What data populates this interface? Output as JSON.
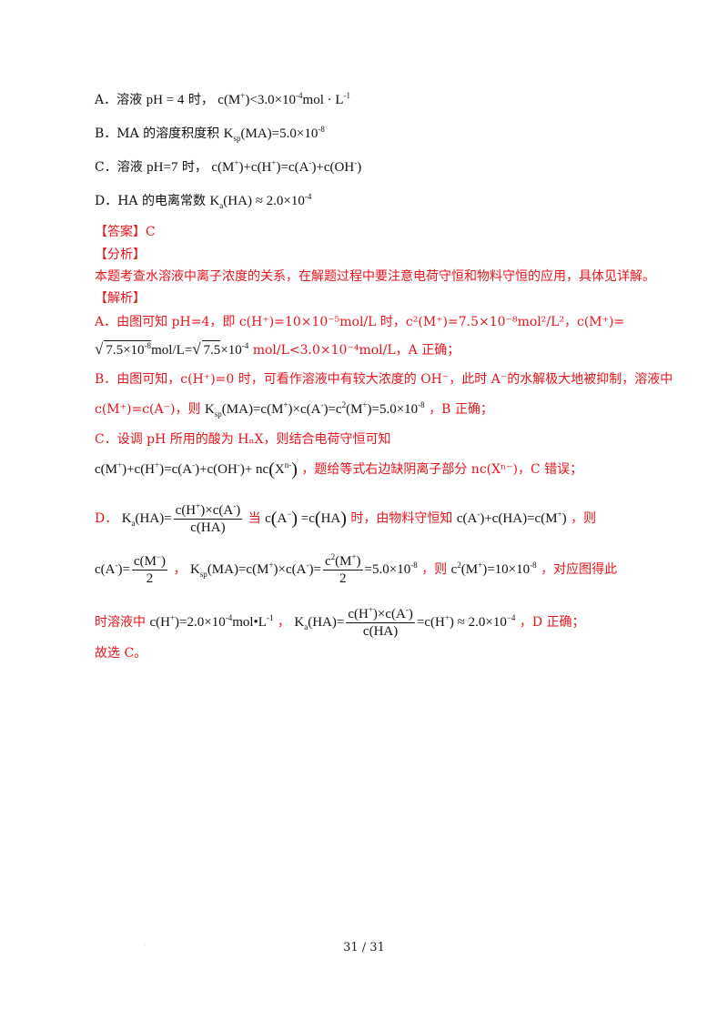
{
  "options": {
    "a": {
      "label": "A．溶液",
      "pre": "pH = 4",
      "mid": "时，",
      "expr": "c(M⁺)<3.0×10⁻⁴mol · L⁻¹"
    },
    "b": {
      "label": "B．MA 的溶度积度积",
      "expr": "K_sp(MA)=5.0×10⁻⁸"
    },
    "c": {
      "label": "C．溶液",
      "pre": "pH=7",
      "mid": "时，",
      "expr": "c(M⁺)+c(H⁺)=c(A⁻)+c(OH⁻)"
    },
    "d": {
      "label": "D．HA 的电离常数",
      "expr": "K_a(HA) ≈ 2.0×10⁻⁴"
    }
  },
  "answer": {
    "label": "【答案】",
    "value": "C"
  },
  "analysis": {
    "label": "【分析】",
    "text": "本题考查水溶液中离子浓度的关系，在解题过程中要注意电荷守恒和物料守恒的应用，具体见详解。"
  },
  "explain": {
    "label": "【解析】",
    "a1_text": "A．由图可知 pH=4，即 c(H⁺)=10×10⁻⁵mol/L 时，c²(M⁺)=7.5×10⁻⁸mol²/L²，c(M⁺)=",
    "a2_tail": "mol/L<3.0×10⁻⁴mol/L，A 正确；",
    "b1_text": "B．由图可知，c(H⁺)=0 时，可看作溶液中有较大浓度的 OH⁻，此时 A⁻的水解极大地被抑制，溶液中",
    "b2_pre": "c(M⁺)=c(A⁻)，则",
    "b2_tail": "，B 正确；",
    "c1_text": "C．设调 pH 所用的酸为 HₙX，则结合电荷守恒可知",
    "c2_tail": "，题给等式右边缺阴离子部分 nc(Xⁿ⁻)，C 错误；",
    "d1_label": "D．",
    "d1_when": "当",
    "d1_then": "时，由物料守恒知",
    "d1_tail": "，则",
    "d2_mid": "，",
    "d2_then": "，则",
    "d2_tail": "，对应图得此",
    "d3_pre": "时溶液中",
    "d3_mid": "，",
    "d3_tail": "，D 正确；",
    "conclusion": "故选 C。"
  },
  "footer": {
    "page": "31 / 31"
  }
}
